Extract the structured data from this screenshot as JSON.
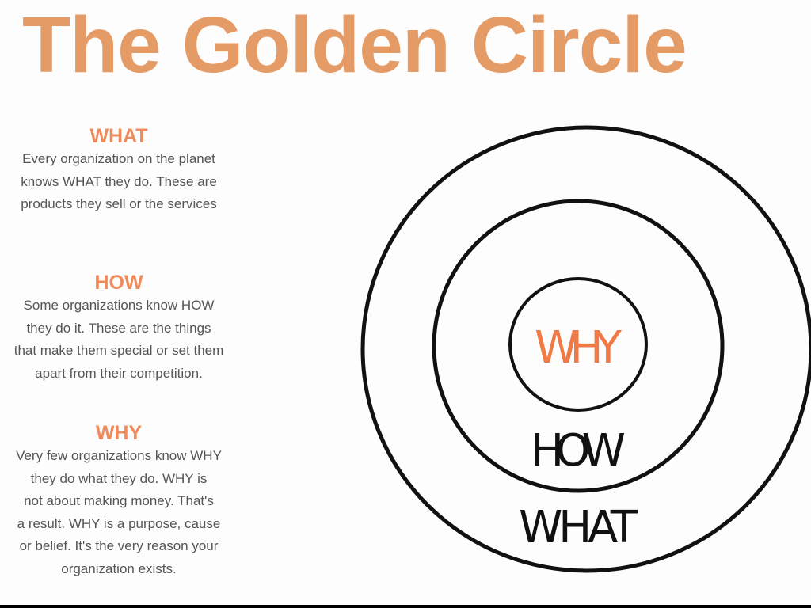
{
  "title": "The Golden Circle",
  "sections": [
    {
      "heading": "WHAT",
      "lines": [
        "Every organization on the planet",
        "knows WHAT they do. These are",
        "products they sell or the services"
      ]
    },
    {
      "heading": "HOW",
      "lines": [
        "Some organizations know HOW",
        "they do it. These are the things",
        "that make them special or set them",
        "apart from their competition."
      ]
    },
    {
      "heading": "WHY",
      "lines": [
        "Very few organizations know WHY",
        "they do what they do. WHY is",
        "not about making money. That's",
        "a result. WHY is a purpose, cause",
        "or belief. It's the very reason your",
        "organization exists."
      ]
    }
  ],
  "diagram": {
    "inner": "WHY",
    "middle": "HOW",
    "outer": "WHAT"
  },
  "colors": {
    "accent": "#ef8a5a",
    "title": "#e4935a",
    "ink": "#111111"
  }
}
